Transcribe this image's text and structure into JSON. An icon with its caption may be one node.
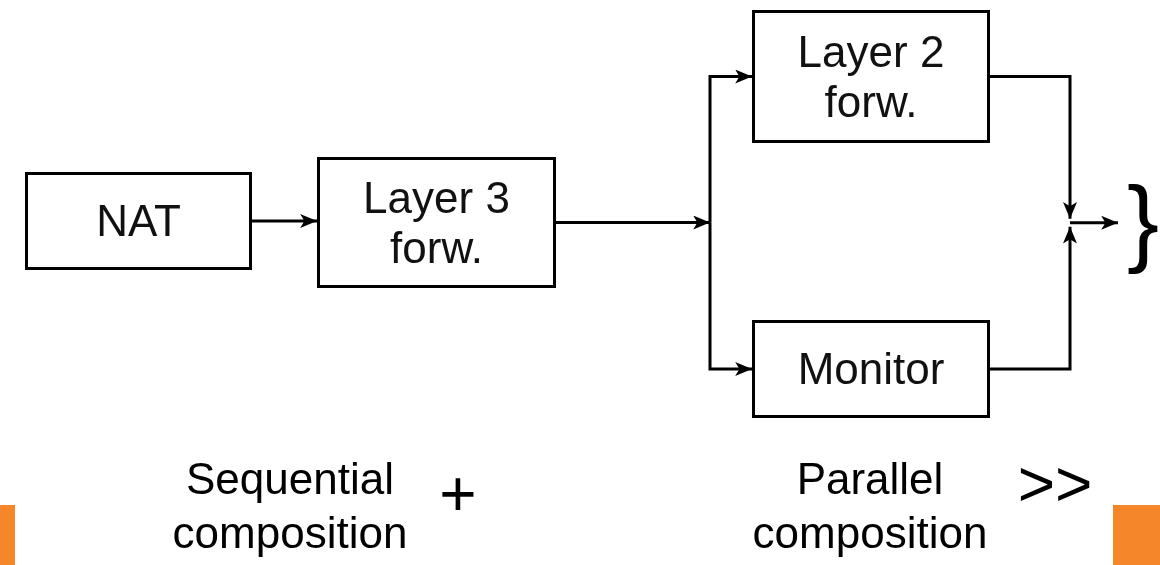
{
  "diagram": {
    "nodes": [
      {
        "text": [
          "NAT"
        ]
      },
      {
        "text": [
          "Layer 3 forw."
        ]
      },
      {
        "text": [
          "Layer 2 forw."
        ]
      },
      {
        "text": [
          "Monitor"
        ]
      },
      {
        "text": [
          "}"
        ]
      }
    ],
    "edges": [
      {
        "from": 0,
        "to": 1,
        "arrow": "to"
      },
      {
        "from": 1,
        "to": 2,
        "arrow": "to"
      },
      {
        "from": 1,
        "to": 3,
        "arrow": "to"
      },
      {
        "from": 2,
        "to": 4,
        "arrow": "to"
      },
      {
        "from": 3,
        "to": 4,
        "arrow": "to"
      }
    ],
    "labels": [
      "Sequential composition",
      "+",
      "Parallel composition",
      ">>"
    ]
  }
}
